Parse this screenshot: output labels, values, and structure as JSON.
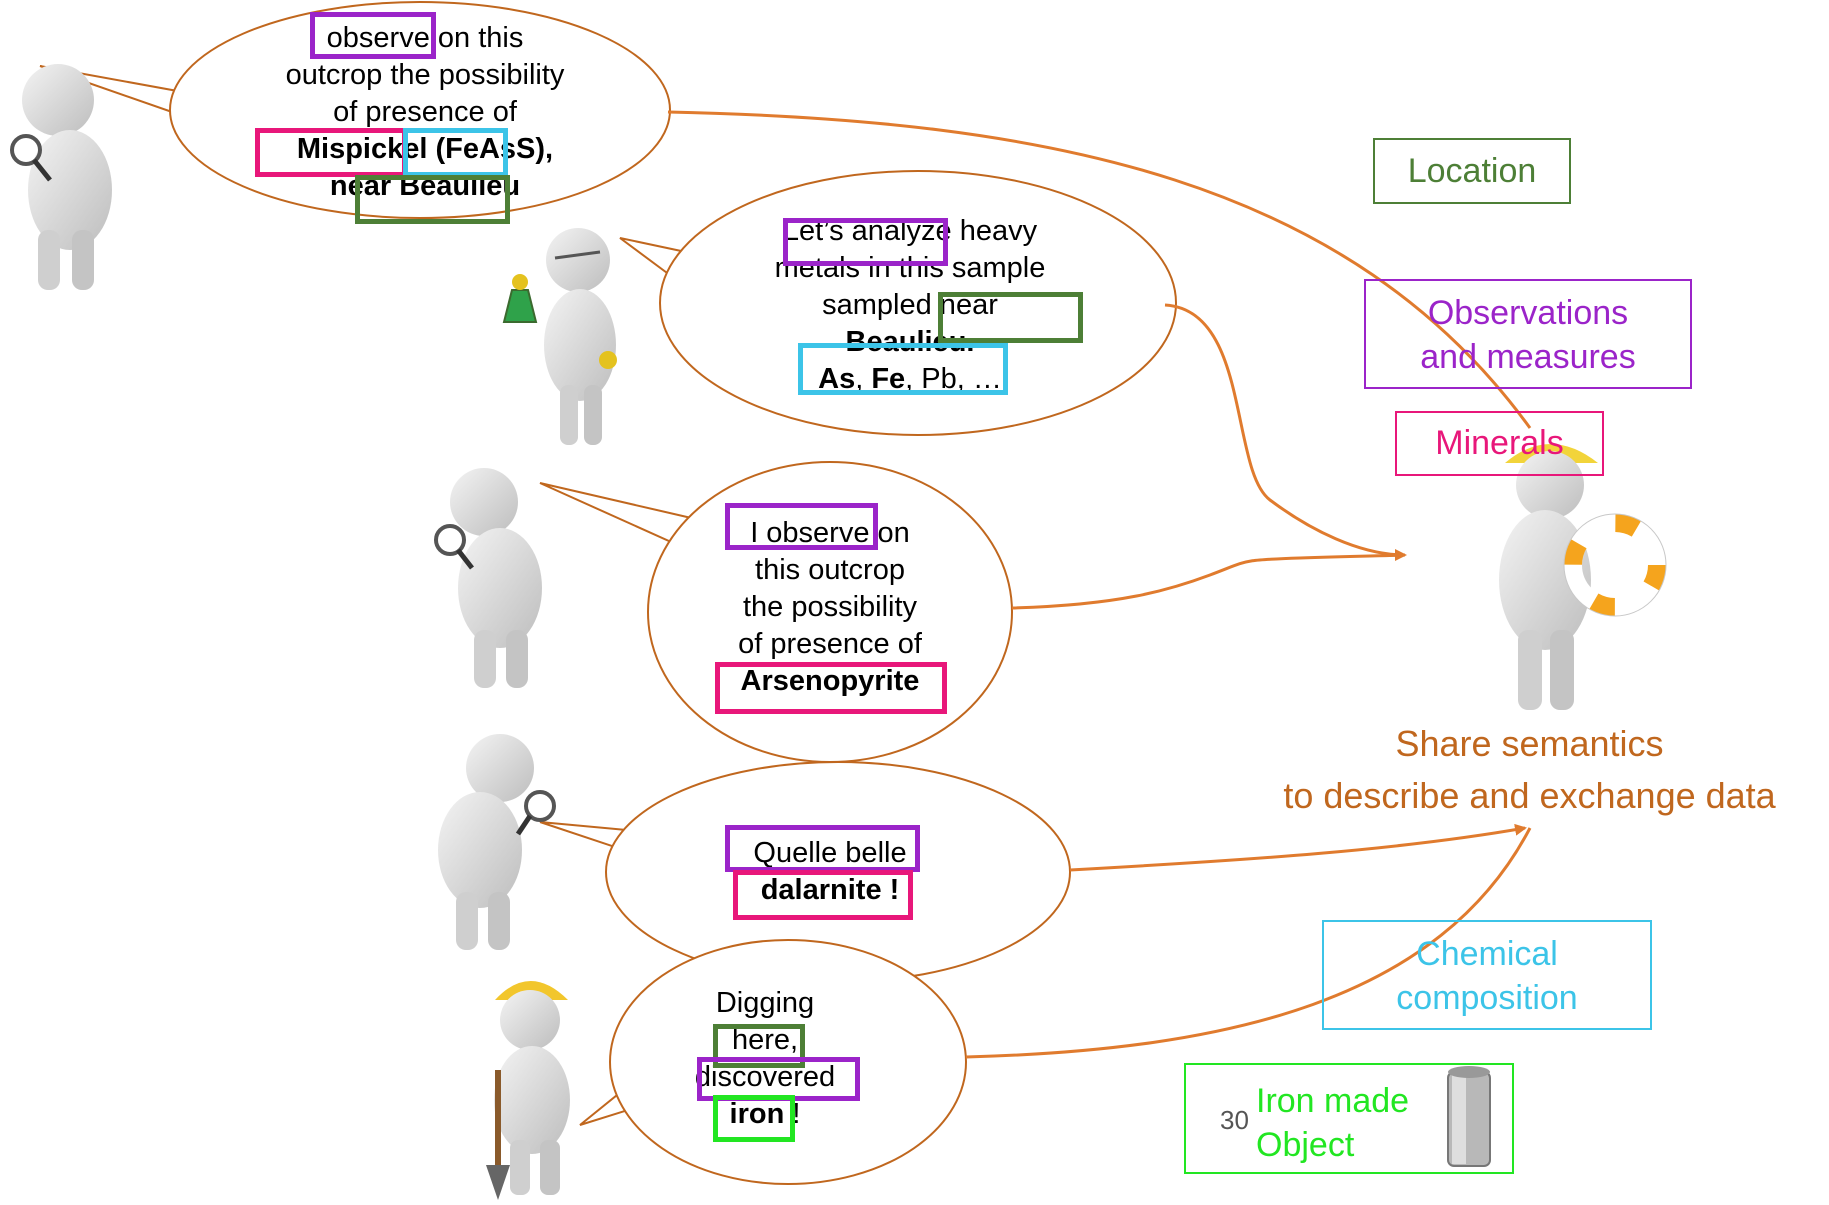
{
  "colors": {
    "arrow": "#e07b2e",
    "bubble_stroke": "#c0671e",
    "purple": "#9b24c9",
    "pink": "#e8177a",
    "cyan": "#3cc4e8",
    "green": "#4d7f36",
    "bright_green": "#22e622",
    "caption": "#c0671e"
  },
  "bubbles": {
    "b1": {
      "line1_hl": "observe",
      "line1_rest": " on this",
      "line2": "outcrop the possibility",
      "line3": "of presence of",
      "line4": "Mispickel (FeAsS),",
      "line5": "near Beaulieu"
    },
    "b2": {
      "line1": "Let’s analyze heavy",
      "line2": "metals in this sample",
      "line3": "sampled near",
      "line4": "Beaulieu.",
      "line5_bold": "As",
      "line5_sep": ", ",
      "line5_bold2": "Fe",
      "line5_rest": ", Pb, …"
    },
    "b3": {
      "line1_hl": "I observe",
      "line1_rest": " on",
      "line2": "this outcrop",
      "line3": "the possibility",
      "line4": "of presence of",
      "line5": "Arsenopyrite"
    },
    "b4": {
      "line1": "Quelle belle",
      "line2": "dalarnite !"
    },
    "b5": {
      "line1": "Digging",
      "line2": "here,",
      "line3": "discovered",
      "line4": "iron",
      "line4_rest": " !"
    }
  },
  "labels": {
    "location": "Location",
    "observations_l1": "Observations",
    "observations_l2": "and measures",
    "minerals": "Minerals",
    "chemical_l1": "Chemical",
    "chemical_l2": "composition",
    "iron_l1": "Iron made",
    "iron_l2": "Object"
  },
  "caption": {
    "line1": "Share semantics",
    "line2": "to describe and exchange data"
  },
  "page_number": "30"
}
